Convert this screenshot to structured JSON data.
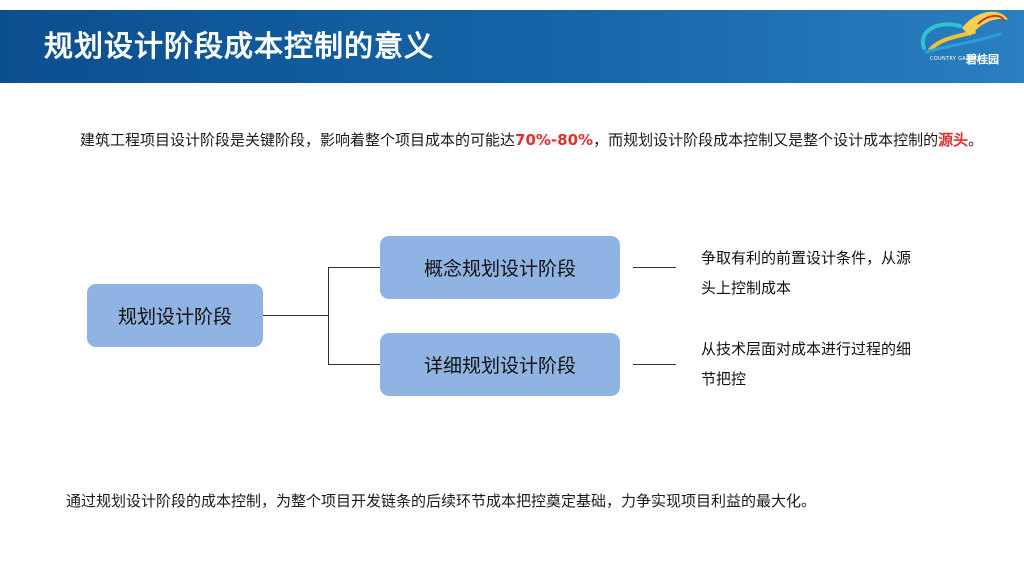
{
  "header": {
    "title": "规划设计阶段成本控制的意义",
    "logo_text": "碧桂园",
    "logo_en": "COUNTRY GARDEN"
  },
  "intro": {
    "part1": "建筑工程项目设计阶段是关键阶段，影响着整个项目成本的可能达",
    "highlight1": "70%-80%",
    "part2": "，而规划设计阶段成本控制又是整个设计成本控制的",
    "highlight2": "源头",
    "part3": "。"
  },
  "diagram": {
    "root": "规划设计阶段",
    "branches": [
      {
        "label": "概念规划设计阶段",
        "desc_line1": "争取有利的前置设计条件，从源",
        "desc_line2": "头上控制成本"
      },
      {
        "label": "详细规划设计阶段",
        "desc_line1": "从技术层面对成本进行过程的细",
        "desc_line2": "节把控"
      }
    ]
  },
  "conclusion": "通过规划设计阶段的成本控制，为整个项目开发链条的后续环节成本把控奠定基础，力争实现项目利益的最大化。",
  "colors": {
    "header_bg": "#1565a8",
    "box_fill": "#8fb3e3",
    "highlight": "#e03030"
  }
}
